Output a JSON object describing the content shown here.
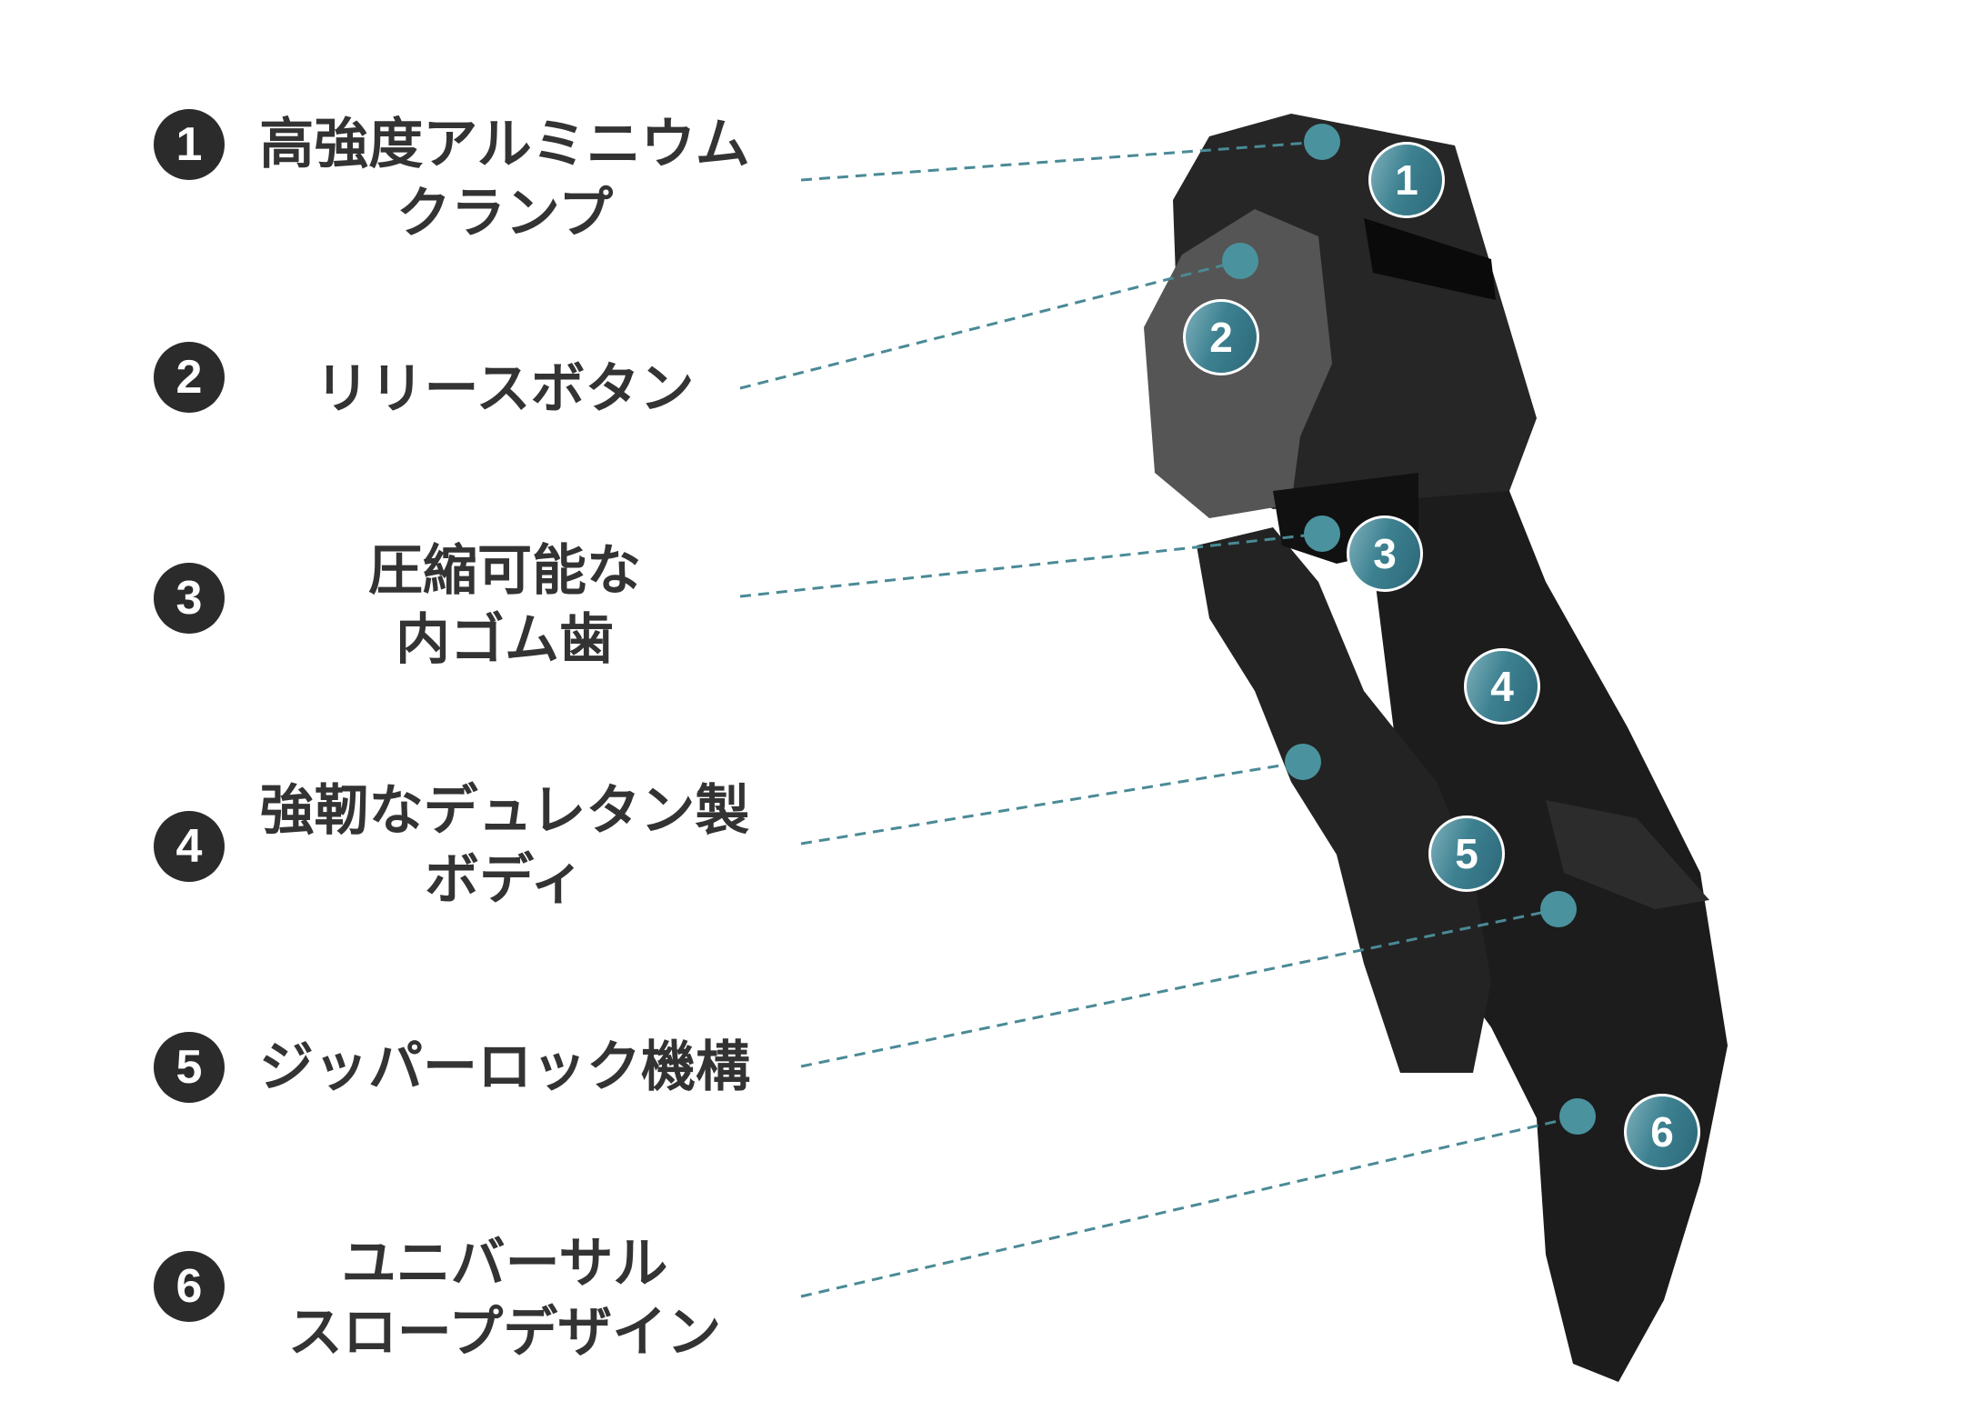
{
  "features": [
    {
      "number": "1",
      "lines": [
        "高強度アルミニウム",
        "クランプ"
      ]
    },
    {
      "number": "2",
      "lines": [
        "リリースボタン"
      ]
    },
    {
      "number": "3",
      "lines": [
        "圧縮可能な",
        "内ゴム歯"
      ]
    },
    {
      "number": "4",
      "lines": [
        "強靭なデュレタン製",
        "ボディ"
      ]
    },
    {
      "number": "5",
      "lines": [
        "ジッパーロック機構"
      ]
    },
    {
      "number": "6",
      "lines": [
        "ユニバーサル",
        "スロープデザイン"
      ]
    }
  ],
  "colors": {
    "accent": "#3d8191",
    "text": "#333333",
    "product": "#1e1e1e"
  }
}
